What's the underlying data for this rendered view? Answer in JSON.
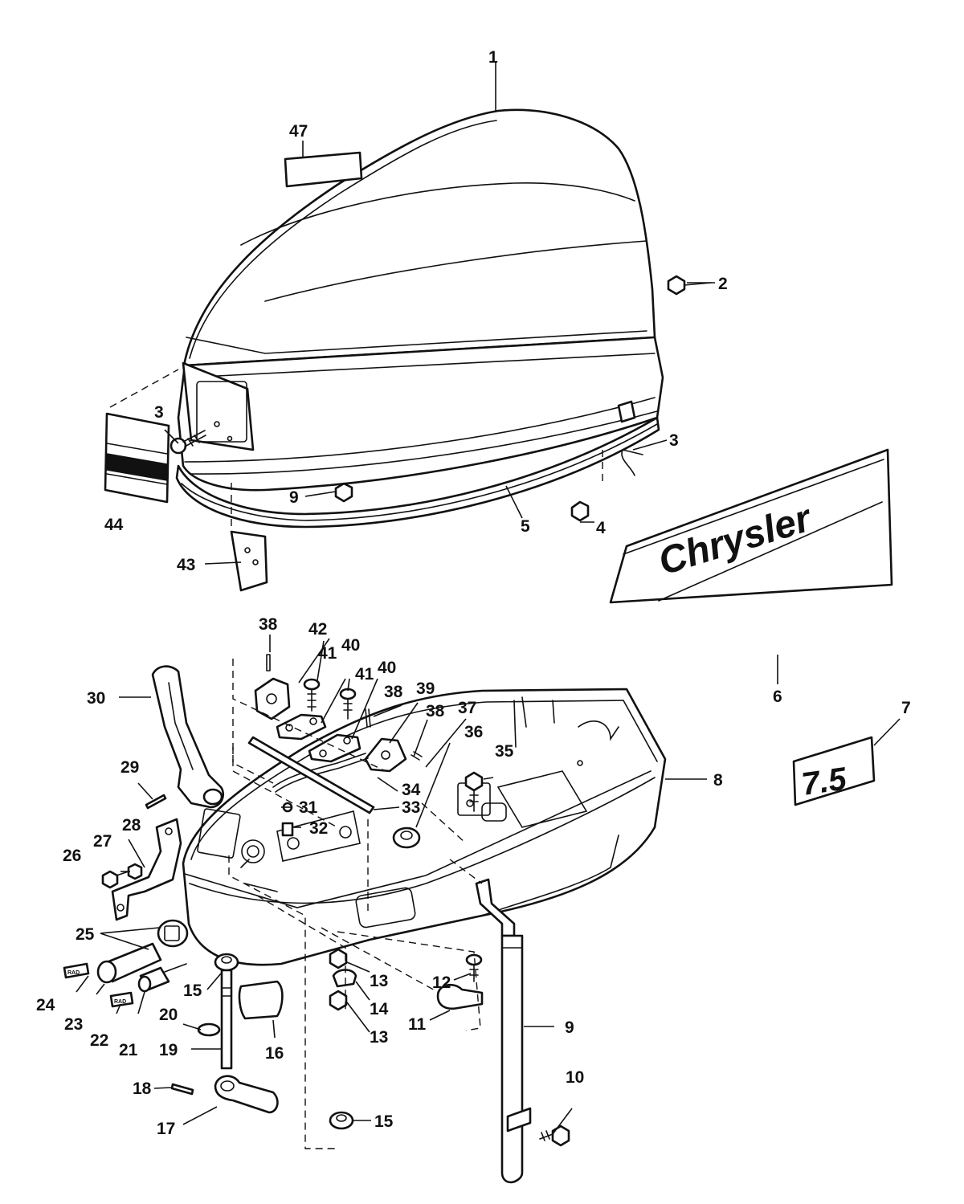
{
  "diagram": {
    "callouts": [
      "1",
      "2",
      "3",
      "3",
      "4",
      "5",
      "6",
      "7",
      "8",
      "9",
      "9",
      "10",
      "11",
      "12",
      "13",
      "13",
      "14",
      "15",
      "15",
      "16",
      "17",
      "18",
      "19",
      "20",
      "21",
      "22",
      "23",
      "24",
      "25",
      "26",
      "27",
      "28",
      "29",
      "30",
      "31",
      "32",
      "33",
      "34",
      "35",
      "36",
      "37",
      "38",
      "38",
      "38",
      "39",
      "40",
      "40",
      "41",
      "41",
      "42",
      "43",
      "44",
      "47"
    ],
    "decals": {
      "brand": "Chrysler",
      "model": "7.5"
    }
  }
}
